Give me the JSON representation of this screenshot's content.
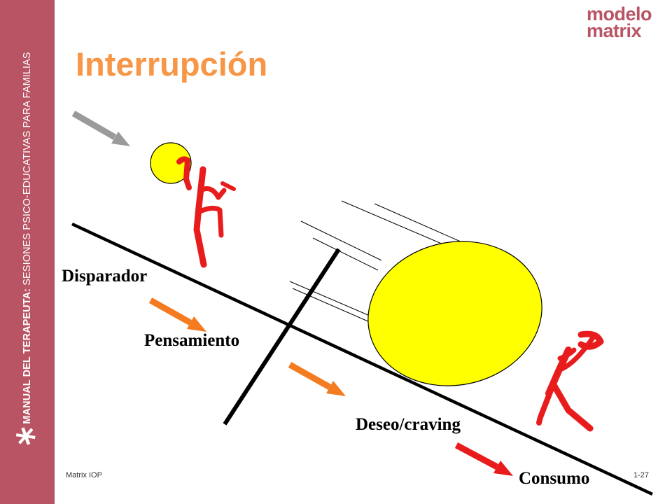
{
  "sidebar": {
    "manual_label": "MANUAL DEL TERAPEUTA:",
    "subtitle": "SESIONES PSICO-EDUCATIVAS PARA FAMILIAS",
    "bg_color": "#b85464"
  },
  "logo": {
    "line1": "modelo",
    "line2": "matrix"
  },
  "title": "Interrupción",
  "diagram": {
    "labels": {
      "trigger": "Disparador",
      "thought": "Pensamiento",
      "craving": "Deseo/craving",
      "use": "Consumo"
    },
    "colors": {
      "title": "#f79646",
      "arrow_gray": "#9a9a9a",
      "arrow_orange": "#f47b20",
      "arrow_red": "#e81c1c",
      "ball": "#ffff00",
      "figure": "#e81c1c"
    }
  },
  "footer": {
    "left": "Matrix IOP",
    "right": "1-27"
  }
}
